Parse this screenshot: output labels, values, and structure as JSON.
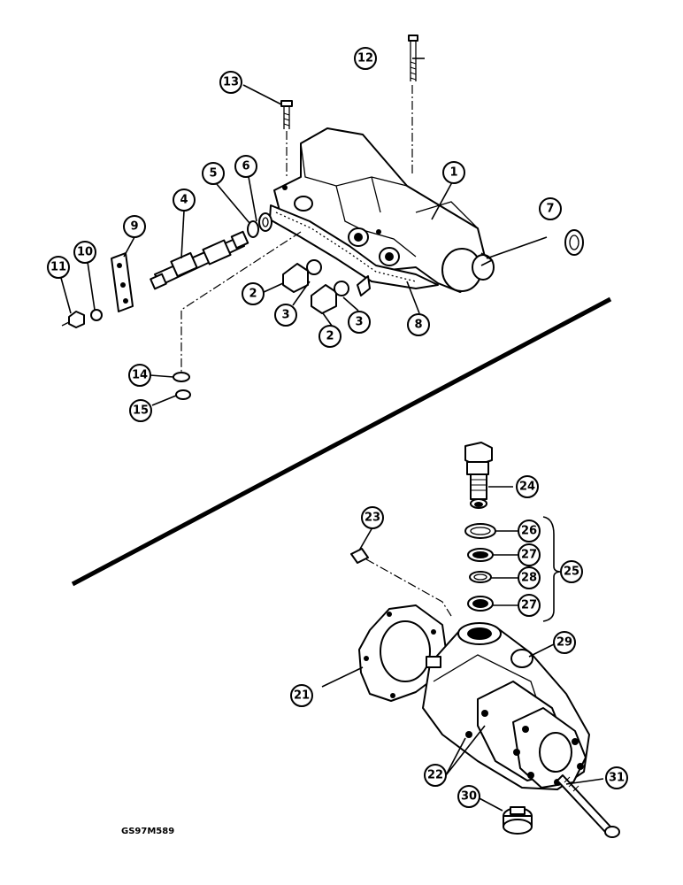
{
  "drawing_code": "GS97M589",
  "callouts": {
    "c1": "1",
    "c2a": "2",
    "c2b": "2",
    "c3a": "3",
    "c3b": "3",
    "c4": "4",
    "c5": "5",
    "c6": "6",
    "c7": "7",
    "c8": "8",
    "c9": "9",
    "c10": "10",
    "c11": "11",
    "c12": "12",
    "c13": "13",
    "c14": "14",
    "c15": "15",
    "c21": "21",
    "c22": "22",
    "c23": "23",
    "c24": "24",
    "c25": "25",
    "c26": "26",
    "c27a": "27",
    "c27b": "27",
    "c28": "28",
    "c29": "29",
    "c30": "30",
    "c31": "31"
  }
}
